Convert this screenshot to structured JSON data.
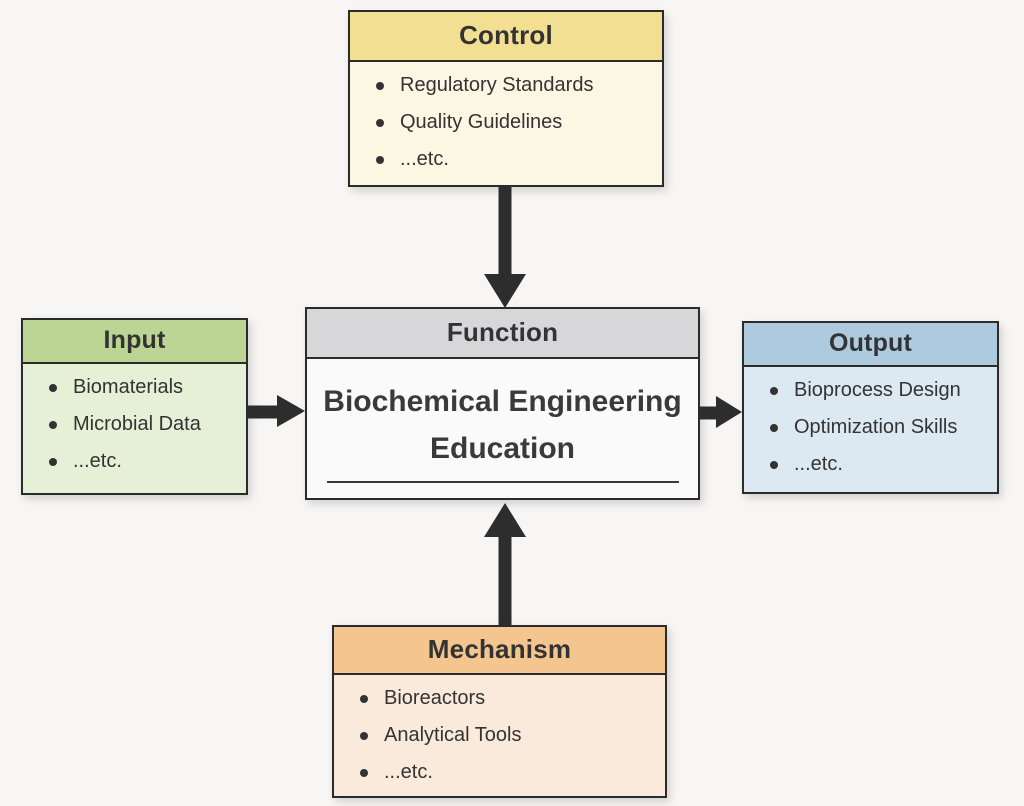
{
  "colors": {
    "background": "#f7f6f4",
    "border": "#2b2b2b",
    "arrow": "#2d2d2d",
    "text": "#333333"
  },
  "boxes": {
    "control": {
      "title": "Control",
      "header_color": "#f2df92",
      "body_color": "#fbf7e3",
      "items": [
        "Regulatory Standards",
        "Quality Guidelines",
        "...etc."
      ]
    },
    "input": {
      "title": "Input",
      "header_color": "#bcd594",
      "body_color": "#e6f0d6",
      "items": [
        "Biomaterials",
        "Microbial Data",
        "...etc."
      ]
    },
    "function": {
      "title": "Function",
      "header_color": "#d7d7d9",
      "body_color": "#fafafb",
      "line1": "Biochemical Engineering",
      "line2": "Education"
    },
    "output": {
      "title": "Output",
      "header_color": "#aecade",
      "body_color": "#dde9f2",
      "items": [
        "Bioprocess Design",
        "Optimization Skills",
        "...etc."
      ]
    },
    "mechanism": {
      "title": "Mechanism",
      "header_color": "#f4c58f",
      "body_color": "#faeadb",
      "items": [
        "Bioreactors",
        "Analytical Tools",
        "...etc."
      ]
    }
  },
  "arrows": [
    {
      "name": "control-to-function",
      "direction": "down"
    },
    {
      "name": "input-to-function",
      "direction": "right"
    },
    {
      "name": "function-to-output",
      "direction": "right"
    },
    {
      "name": "mechanism-to-function",
      "direction": "up"
    }
  ]
}
